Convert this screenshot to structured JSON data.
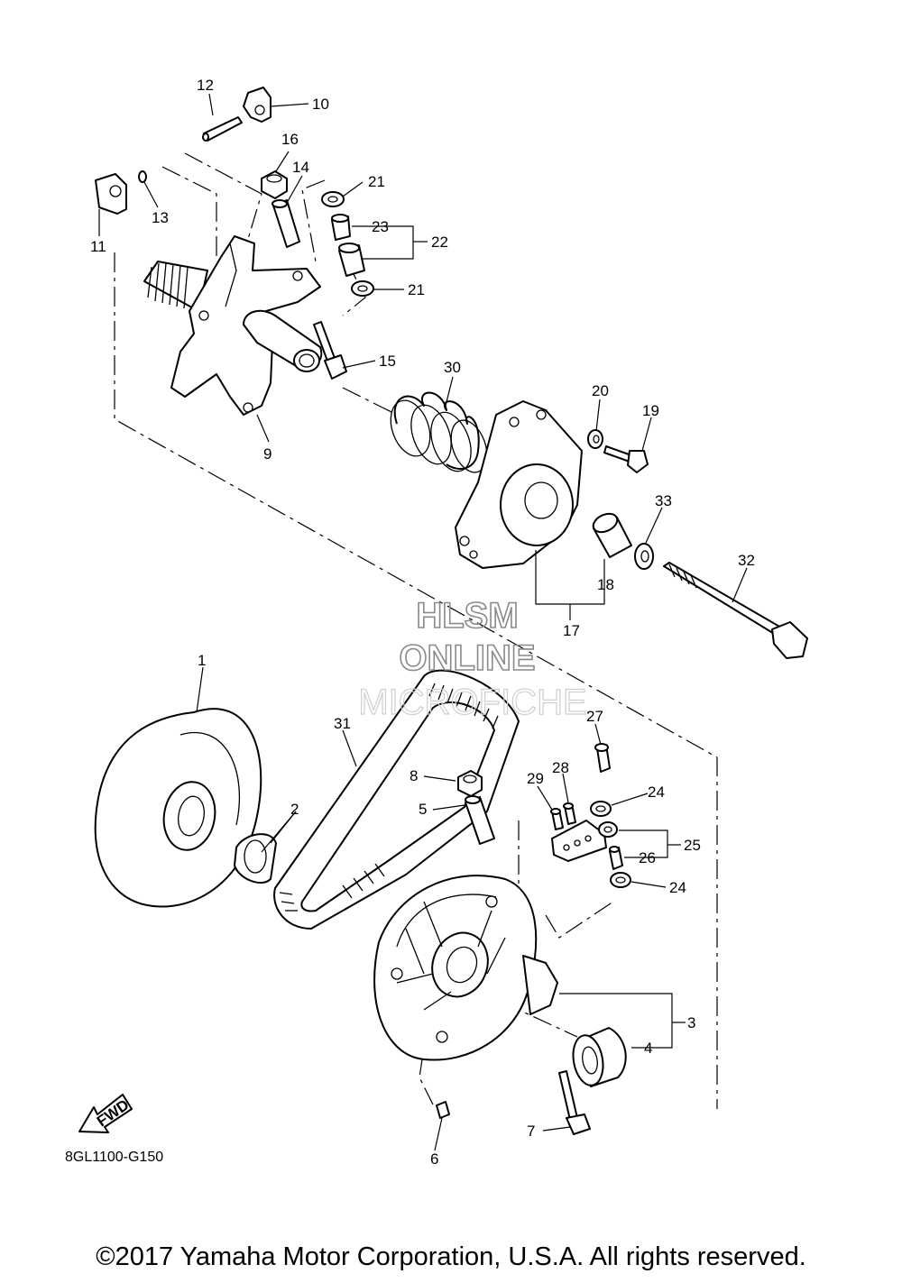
{
  "diagram_code": "8GL1100-G150",
  "copyright": "©2017 Yamaha Motor Corporation, U.S.A. All rights reserved.",
  "watermark": {
    "line1": "HLSM",
    "line2": "ONLINE",
    "line3": "MICROFICHE"
  },
  "fwd_label": "FWD",
  "labels": {
    "p1": "1",
    "p2": "2",
    "p3": "3",
    "p4": "4",
    "p5": "5",
    "p6": "6",
    "p7": "7",
    "p8": "8",
    "p9": "9",
    "p10": "10",
    "p11": "11",
    "p12": "12",
    "p13": "13",
    "p14": "14",
    "p15": "15",
    "p16": "16",
    "p17": "17",
    "p18": "18",
    "p19": "19",
    "p20": "20",
    "p21a": "21",
    "p21b": "21",
    "p22": "22",
    "p23": "23",
    "p24a": "24",
    "p24b": "24",
    "p25": "25",
    "p26": "26",
    "p27": "27",
    "p28": "28",
    "p29": "29",
    "p30": "30",
    "p31": "31",
    "p32": "32",
    "p33": "33"
  }
}
